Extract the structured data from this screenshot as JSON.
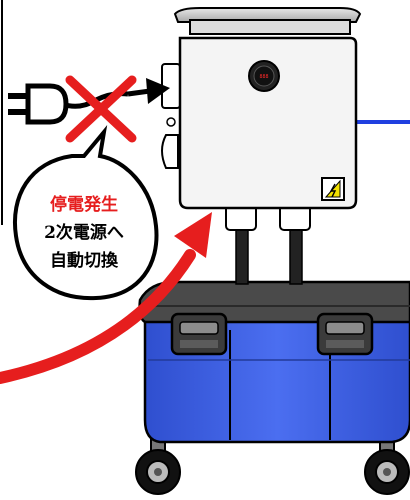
{
  "callout": {
    "line1": "停電発生",
    "line2": "2次電源へ",
    "line3": "自動切換"
  },
  "display": {
    "reading": "888"
  },
  "colors": {
    "alert_red": "#e61e1e",
    "arrow_red": "#e61e1e",
    "cart_blue": "#3c5fd8",
    "cart_lid": "#4a4a4a",
    "cable_blue": "#1f3fe0",
    "box_white": "#f4f4f4"
  },
  "icons": {
    "plug": "power-plug-icon",
    "cross": "red-x-icon",
    "warning": "warning-label-icon"
  }
}
